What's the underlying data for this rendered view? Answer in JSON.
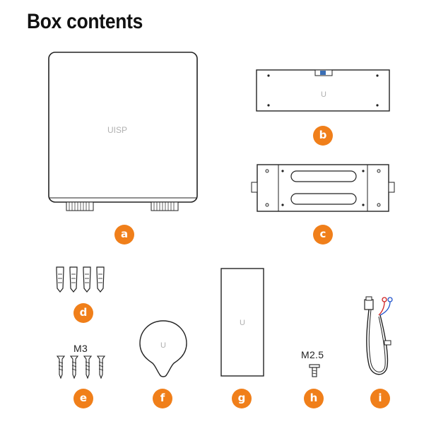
{
  "title": "Box contents",
  "accent_color": "#f07f1a",
  "items": [
    {
      "letter": "a",
      "icon": "router-unit-icon"
    },
    {
      "letter": "b",
      "icon": "mounting-bracket-icon"
    },
    {
      "letter": "c",
      "icon": "pole-mount-plate-icon"
    },
    {
      "letter": "d",
      "icon": "wall-anchor-icon"
    },
    {
      "letter": "e",
      "icon": "screw-icon"
    },
    {
      "letter": "f",
      "icon": "cable-tie-mount-icon"
    },
    {
      "letter": "g",
      "icon": "accessory-box-icon"
    },
    {
      "letter": "h",
      "icon": "small-screw-icon"
    },
    {
      "letter": "i",
      "icon": "power-cable-icon"
    }
  ],
  "device_logo_text": "UISP",
  "screw_label_m3": "M3",
  "screw_label_m25": "M2.5"
}
